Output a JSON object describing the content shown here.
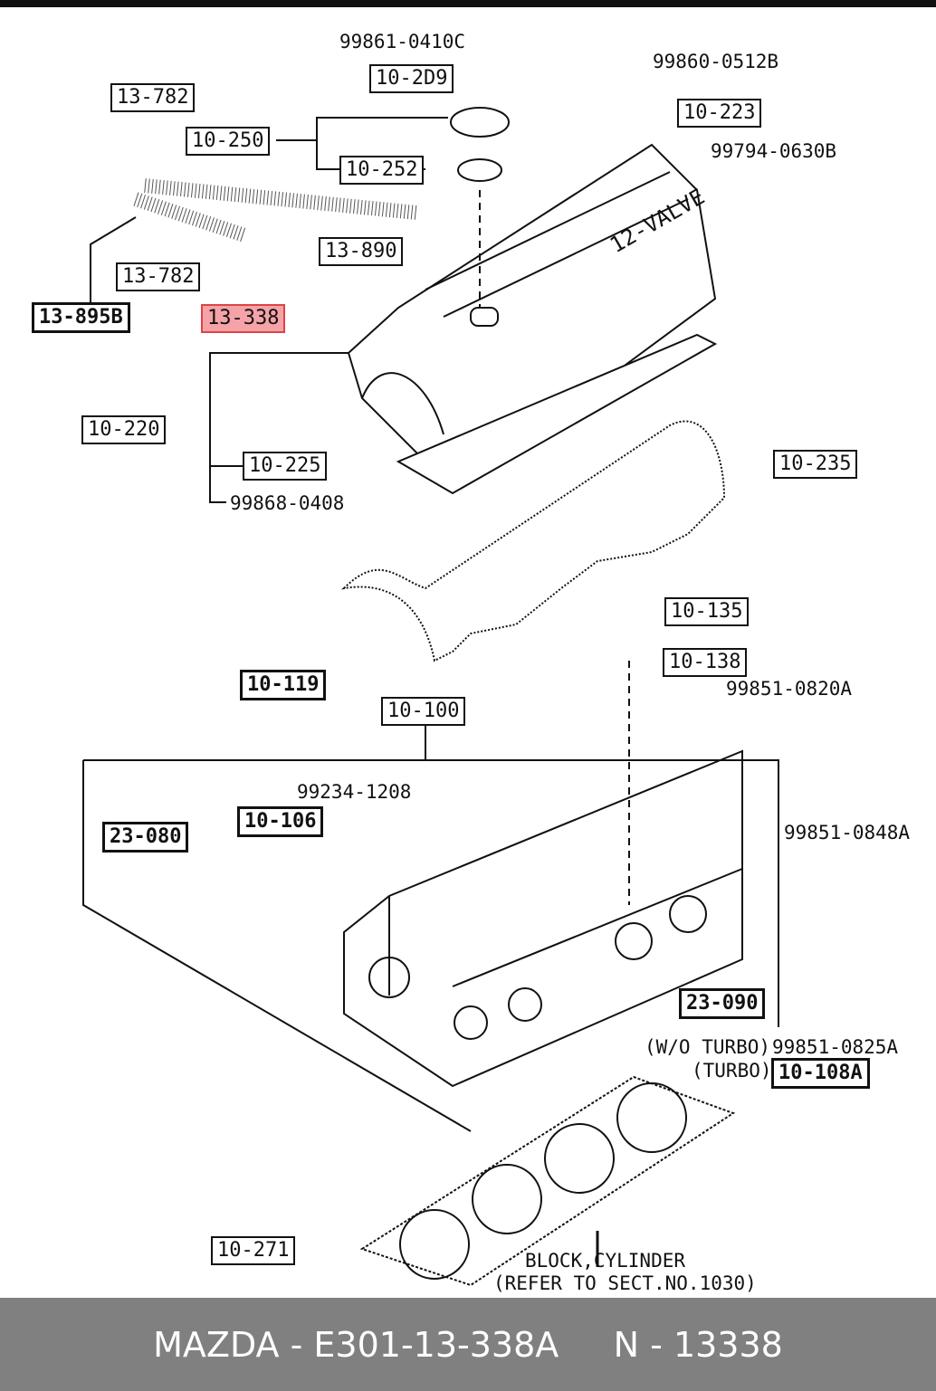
{
  "parts": {
    "p99861": "99861-0410C",
    "p10_2d9": "10-2D9",
    "p99860": "99860-0512B",
    "p13_782_top": "13-782",
    "p10_223": "10-223",
    "p10_250": "10-250",
    "p99794": "99794-0630B",
    "p10_252": "10-252",
    "p13_890": "13-890",
    "p13_782_mid": "13-782",
    "p13_895b": "13-895B",
    "p13_338": "13-338",
    "p10_220": "10-220",
    "p10_225": "10-225",
    "p10_235": "10-235",
    "p99868": "99868-0408",
    "p10_135": "10-135",
    "p10_138": "10-138",
    "p10_119": "10-119",
    "p10_100": "10-100",
    "p99851_0820": "99851-0820A",
    "p99234": "99234-1208",
    "p10_106": "10-106",
    "p23_080": "23-080",
    "p99851_0848": "99851-0848A",
    "p23_090": "23-090",
    "wo_turbo": "(W/O TURBO)",
    "p99851_0825": "99851-0825A",
    "turbo": "(TURBO)",
    "p10_108a": "10-108A",
    "p10_271": "10-271",
    "block_line1": "BLOCK,CYLINDER",
    "block_line2": "(REFER TO SECT.NO.1030)"
  },
  "cover_text": "12-VALVE",
  "highlight_color": "#f5a3a8",
  "footer": {
    "text": "MAZDA - E301-13-338A     N - 13338"
  }
}
